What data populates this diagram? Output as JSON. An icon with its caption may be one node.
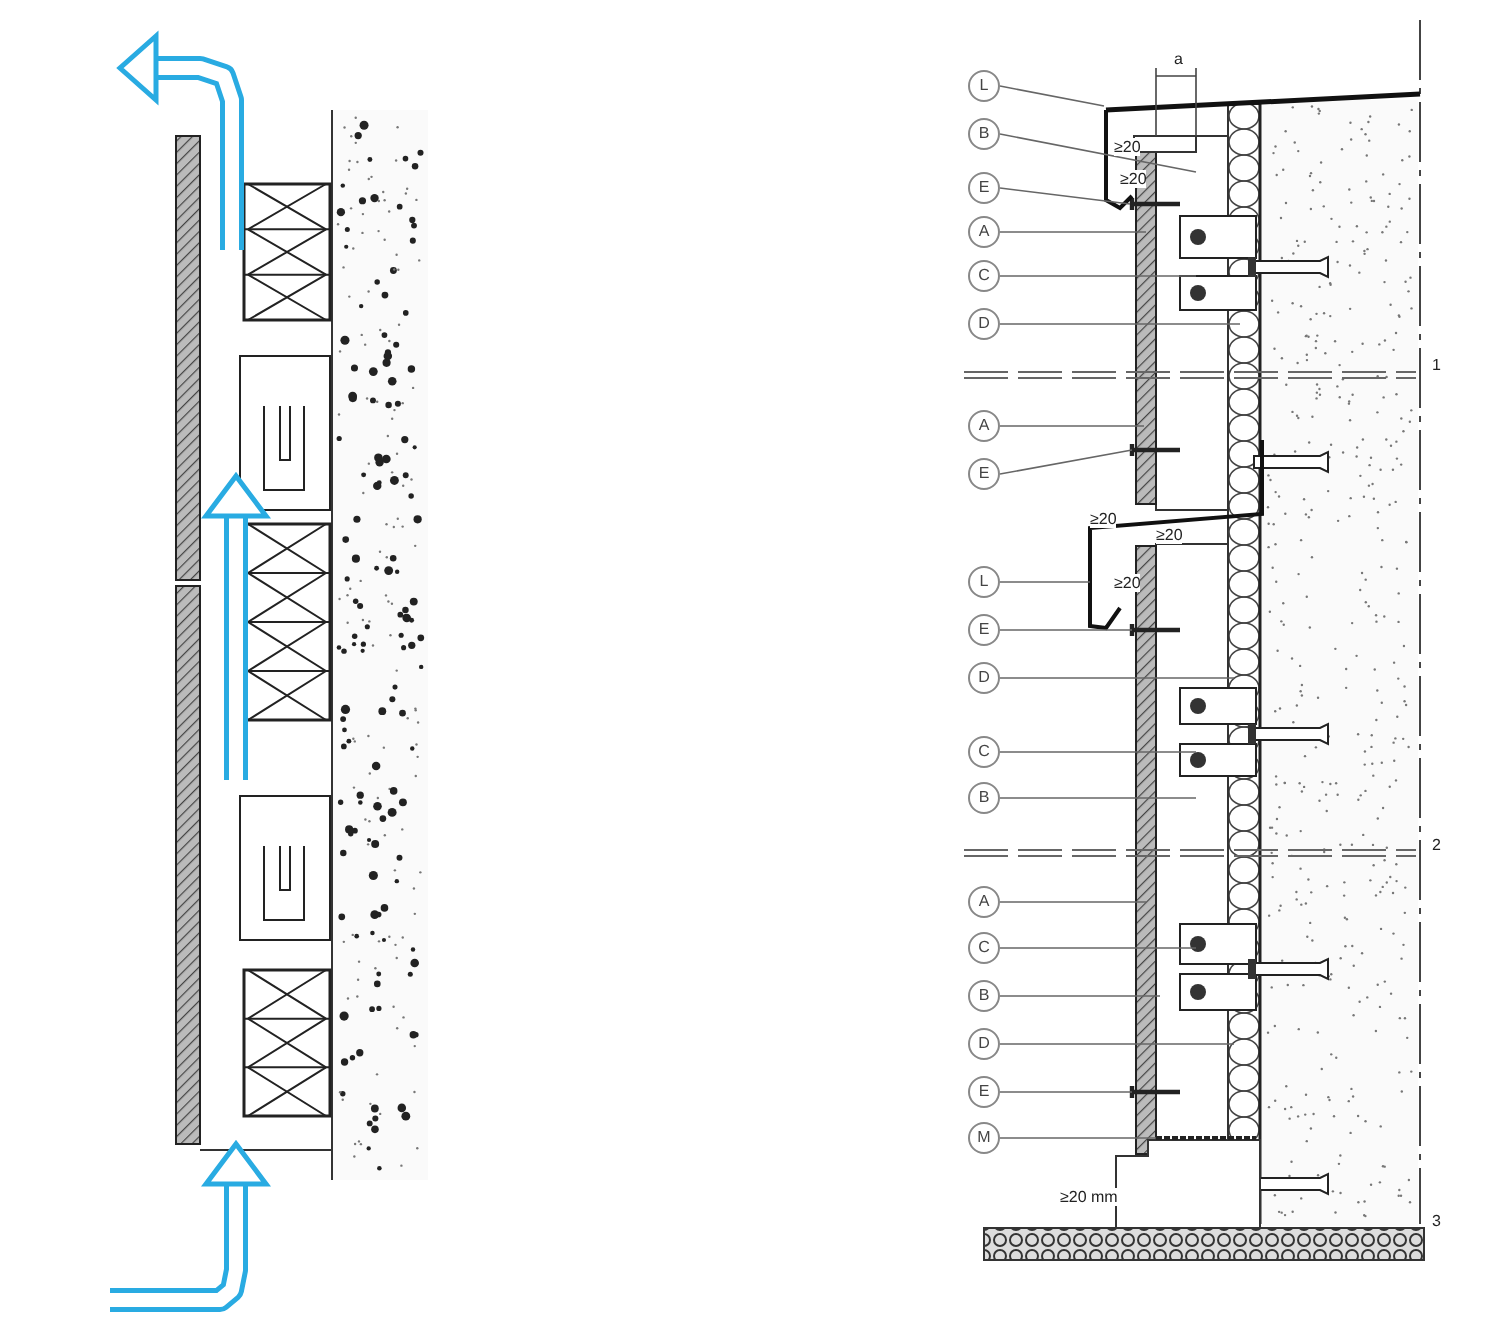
{
  "diagram": {
    "nodes": [
      {
        "text": [
          "L"
        ]
      },
      {
        "text": [
          "B"
        ]
      },
      {
        "text": [
          "E"
        ]
      },
      {
        "text": [
          "A"
        ]
      },
      {
        "text": [
          "C"
        ]
      },
      {
        "text": [
          "D"
        ]
      },
      {
        "text": [
          "A"
        ]
      },
      {
        "text": [
          "E"
        ]
      },
      {
        "text": [
          "L"
        ]
      },
      {
        "text": [
          "E"
        ]
      },
      {
        "text": [
          "D"
        ]
      },
      {
        "text": [
          "C"
        ]
      },
      {
        "text": [
          "B"
        ]
      },
      {
        "text": [
          "A"
        ]
      },
      {
        "text": [
          "C"
        ]
      },
      {
        "text": [
          "B"
        ]
      },
      {
        "text": [
          "D"
        ]
      },
      {
        "text": [
          "E"
        ]
      },
      {
        "text": [
          "M"
        ]
      }
    ],
    "edges": [
      {
        "from": 0,
        "to": null,
        "arrow": "none"
      },
      {
        "from": 1,
        "to": null,
        "arrow": "none"
      },
      {
        "from": 2,
        "to": null,
        "arrow": "none"
      },
      {
        "from": 3,
        "to": null,
        "arrow": "none"
      },
      {
        "from": 4,
        "to": null,
        "arrow": "none"
      },
      {
        "from": 5,
        "to": null,
        "arrow": "none"
      },
      {
        "from": 6,
        "to": null,
        "arrow": "none"
      },
      {
        "from": 7,
        "to": null,
        "arrow": "none"
      },
      {
        "from": 8,
        "to": null,
        "arrow": "none"
      },
      {
        "from": 9,
        "to": null,
        "arrow": "none"
      },
      {
        "from": 10,
        "to": null,
        "arrow": "none"
      },
      {
        "from": 11,
        "to": null,
        "arrow": "none"
      },
      {
        "from": 12,
        "to": null,
        "arrow": "none"
      },
      {
        "from": 13,
        "to": null,
        "arrow": "none"
      },
      {
        "from": 14,
        "to": null,
        "arrow": "none"
      },
      {
        "from": 15,
        "to": null,
        "arrow": "none"
      },
      {
        "from": 16,
        "to": null,
        "arrow": "none"
      },
      {
        "from": 17,
        "to": null,
        "arrow": "none"
      },
      {
        "from": 18,
        "to": null,
        "arrow": "none"
      }
    ],
    "labels": [
      "a",
      "≥20",
      "≥20",
      "1",
      "≥20",
      "≥20",
      "≥20",
      "2",
      "≥20 mm",
      "3"
    ]
  }
}
